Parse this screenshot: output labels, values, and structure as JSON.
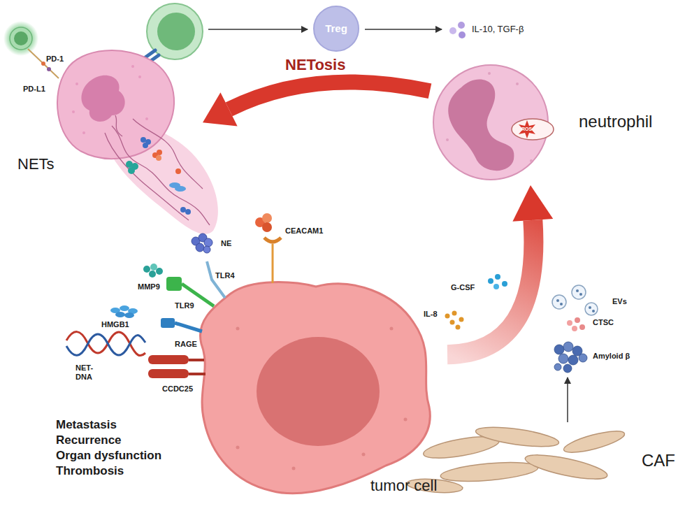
{
  "diagram": {
    "nodes": [
      {
        "text": [
          "NETs"
        ]
      },
      {
        "text": [
          "Treg"
        ]
      },
      {
        "text": [
          "neutrophil"
        ]
      },
      {
        "text": [
          "tumor cell"
        ]
      },
      {
        "text": [
          "CAF"
        ]
      }
    ],
    "edges": [
      {
        "from": 2,
        "to": 0,
        "label": "NETosis",
        "arrow": "to"
      },
      {
        "from": 3,
        "to": 2,
        "arrow": "to"
      }
    ],
    "labels": [
      "PD-1",
      "PD-L1",
      "IL-10, TGF-β",
      "ROS",
      "CEACAM1",
      "NE",
      "TLR4",
      "MMP9",
      "TLR9",
      "HMGB1",
      "RAGE",
      "NET-DNA",
      "CCDC25",
      "Metastasis",
      "Recurrence",
      "Organ dysfunction",
      "Thrombosis",
      "G-CSF",
      "IL-8",
      "EVs",
      "CTSC",
      "Amyloid β"
    ]
  }
}
